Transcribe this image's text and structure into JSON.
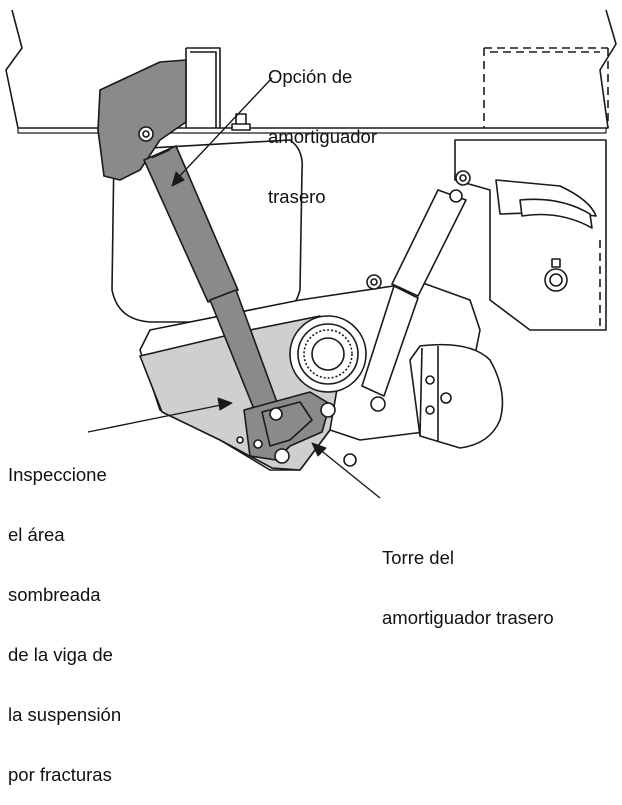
{
  "labels": {
    "rear_shock_option": [
      "Opción de",
      "amortiguador",
      "trasero"
    ],
    "inspect_area": [
      "Inspeccione",
      "el área",
      "sombreada",
      "de la viga de",
      "la suspensión",
      "por fracturas"
    ],
    "rear_shock_tower": [
      "Torre del",
      "amortiguador trasero"
    ]
  },
  "colors": {
    "line": "#1a1a1a",
    "shock_body": "#8a8a8a",
    "shaded_area": "#cfcfcf",
    "part_fill": "#ffffff"
  }
}
